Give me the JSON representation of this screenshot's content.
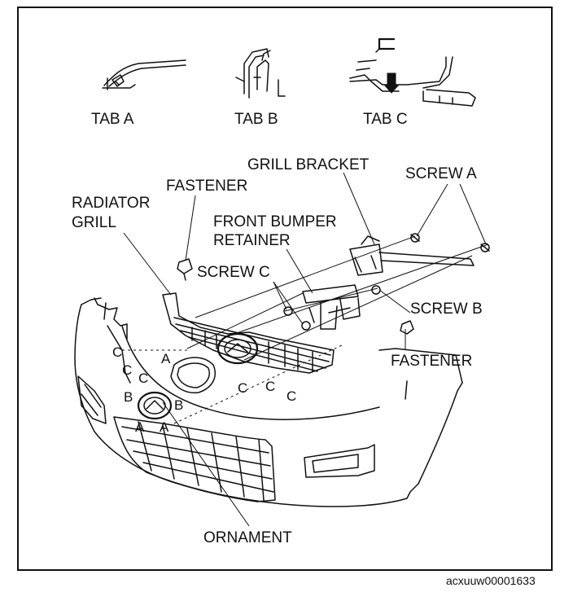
{
  "figure_code": "acxuuw00001633",
  "tab_labels": {
    "tab_a": "TAB A",
    "tab_b": "TAB B",
    "tab_c": "TAB C"
  },
  "callouts": {
    "grill_bracket": "GRILL BRACKET",
    "screw_a": "SCREW A",
    "fastener_top": "FASTENER",
    "radiator_grill_line1": "RADIATOR",
    "radiator_grill_line2": "GRILL",
    "front_bumper_retainer_line1": "FRONT BUMPER",
    "front_bumper_retainer_line2": "RETAINER",
    "screw_c": "SCREW C",
    "screw_b": "SCREW B",
    "fastener_right": "FASTENER",
    "ornament": "ORNAMENT"
  },
  "point_letters": {
    "c1": "C",
    "c2": "C",
    "c3": "C",
    "a1": "A",
    "b1": "B",
    "b2": "B",
    "a2": "A",
    "a3": "A",
    "c4": "C",
    "c5": "C",
    "c6": "C"
  }
}
